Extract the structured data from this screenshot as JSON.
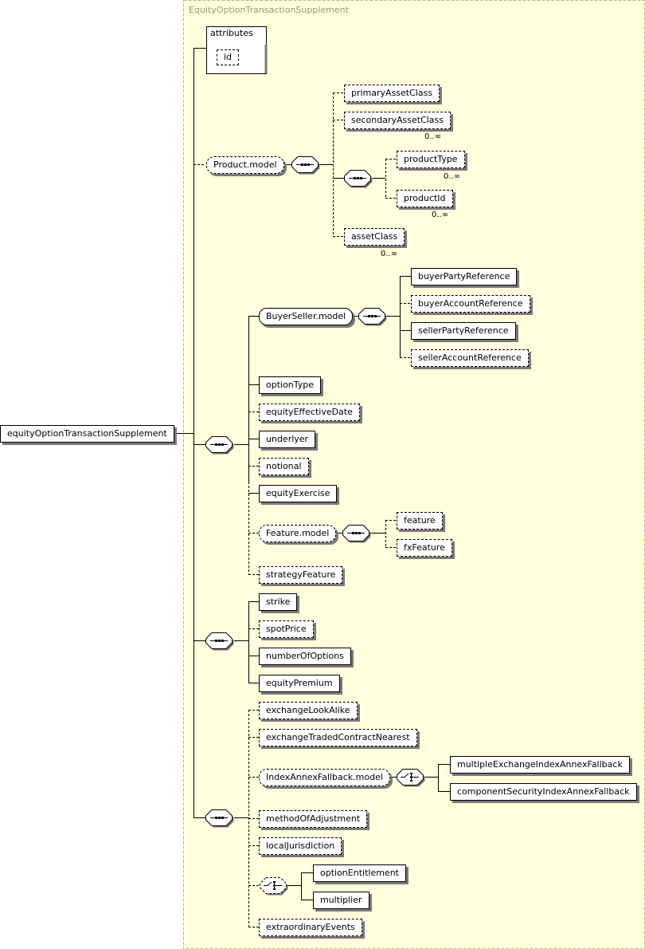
{
  "complex_type": "EquityOptionTransactionSupplement",
  "root_element": "equityOptionTransactionSupplement",
  "attributes": {
    "title": "attributes",
    "items": [
      "id"
    ]
  },
  "product_model": {
    "label": "Product.model",
    "elements": {
      "primaryAssetClass": "primaryAssetClass",
      "secondaryAssetClass": "secondaryAssetClass",
      "productType": "productType",
      "productId": "productId",
      "assetClass": "assetClass"
    }
  },
  "buyer_seller_model": {
    "label": "BuyerSeller.model",
    "elements": [
      "buyerPartyReference",
      "buyerAccountReference",
      "sellerPartyReference",
      "sellerAccountReference"
    ]
  },
  "option_elements": {
    "optionType": "optionType",
    "equityEffectiveDate": "equityEffectiveDate",
    "underlyer": "underlyer",
    "notional": "notional",
    "equityExercise": "equityExercise",
    "strategyFeature": "strategyFeature"
  },
  "feature_model": {
    "label": "Feature.model",
    "elements": [
      "feature",
      "fxFeature"
    ]
  },
  "premium_elements": [
    "strike",
    "spotPrice",
    "numberOfOptions",
    "equityPremium"
  ],
  "supplement_elements": {
    "exchangeLookAlike": "exchangeLookAlike",
    "exchangeTradedContractNearest": "exchangeTradedContractNearest",
    "methodOfAdjustment": "methodOfAdjustment",
    "localJurisdiction": "localJurisdiction",
    "extraordinaryEvents": "extraordinaryEvents"
  },
  "index_annex_model": {
    "label": "IndexAnnexFallback.model",
    "elements": [
      "multipleExchangeIndexAnnexFallback",
      "componentSecurityIndexAnnexFallback"
    ]
  },
  "choice_entitlement": [
    "optionEntitlement",
    "multiplier"
  ],
  "occurrence": "0..∞",
  "colors": {
    "component_bg": "#ffffdd",
    "component_border": "#b8b87a",
    "shadow": "#7a7a7a"
  }
}
